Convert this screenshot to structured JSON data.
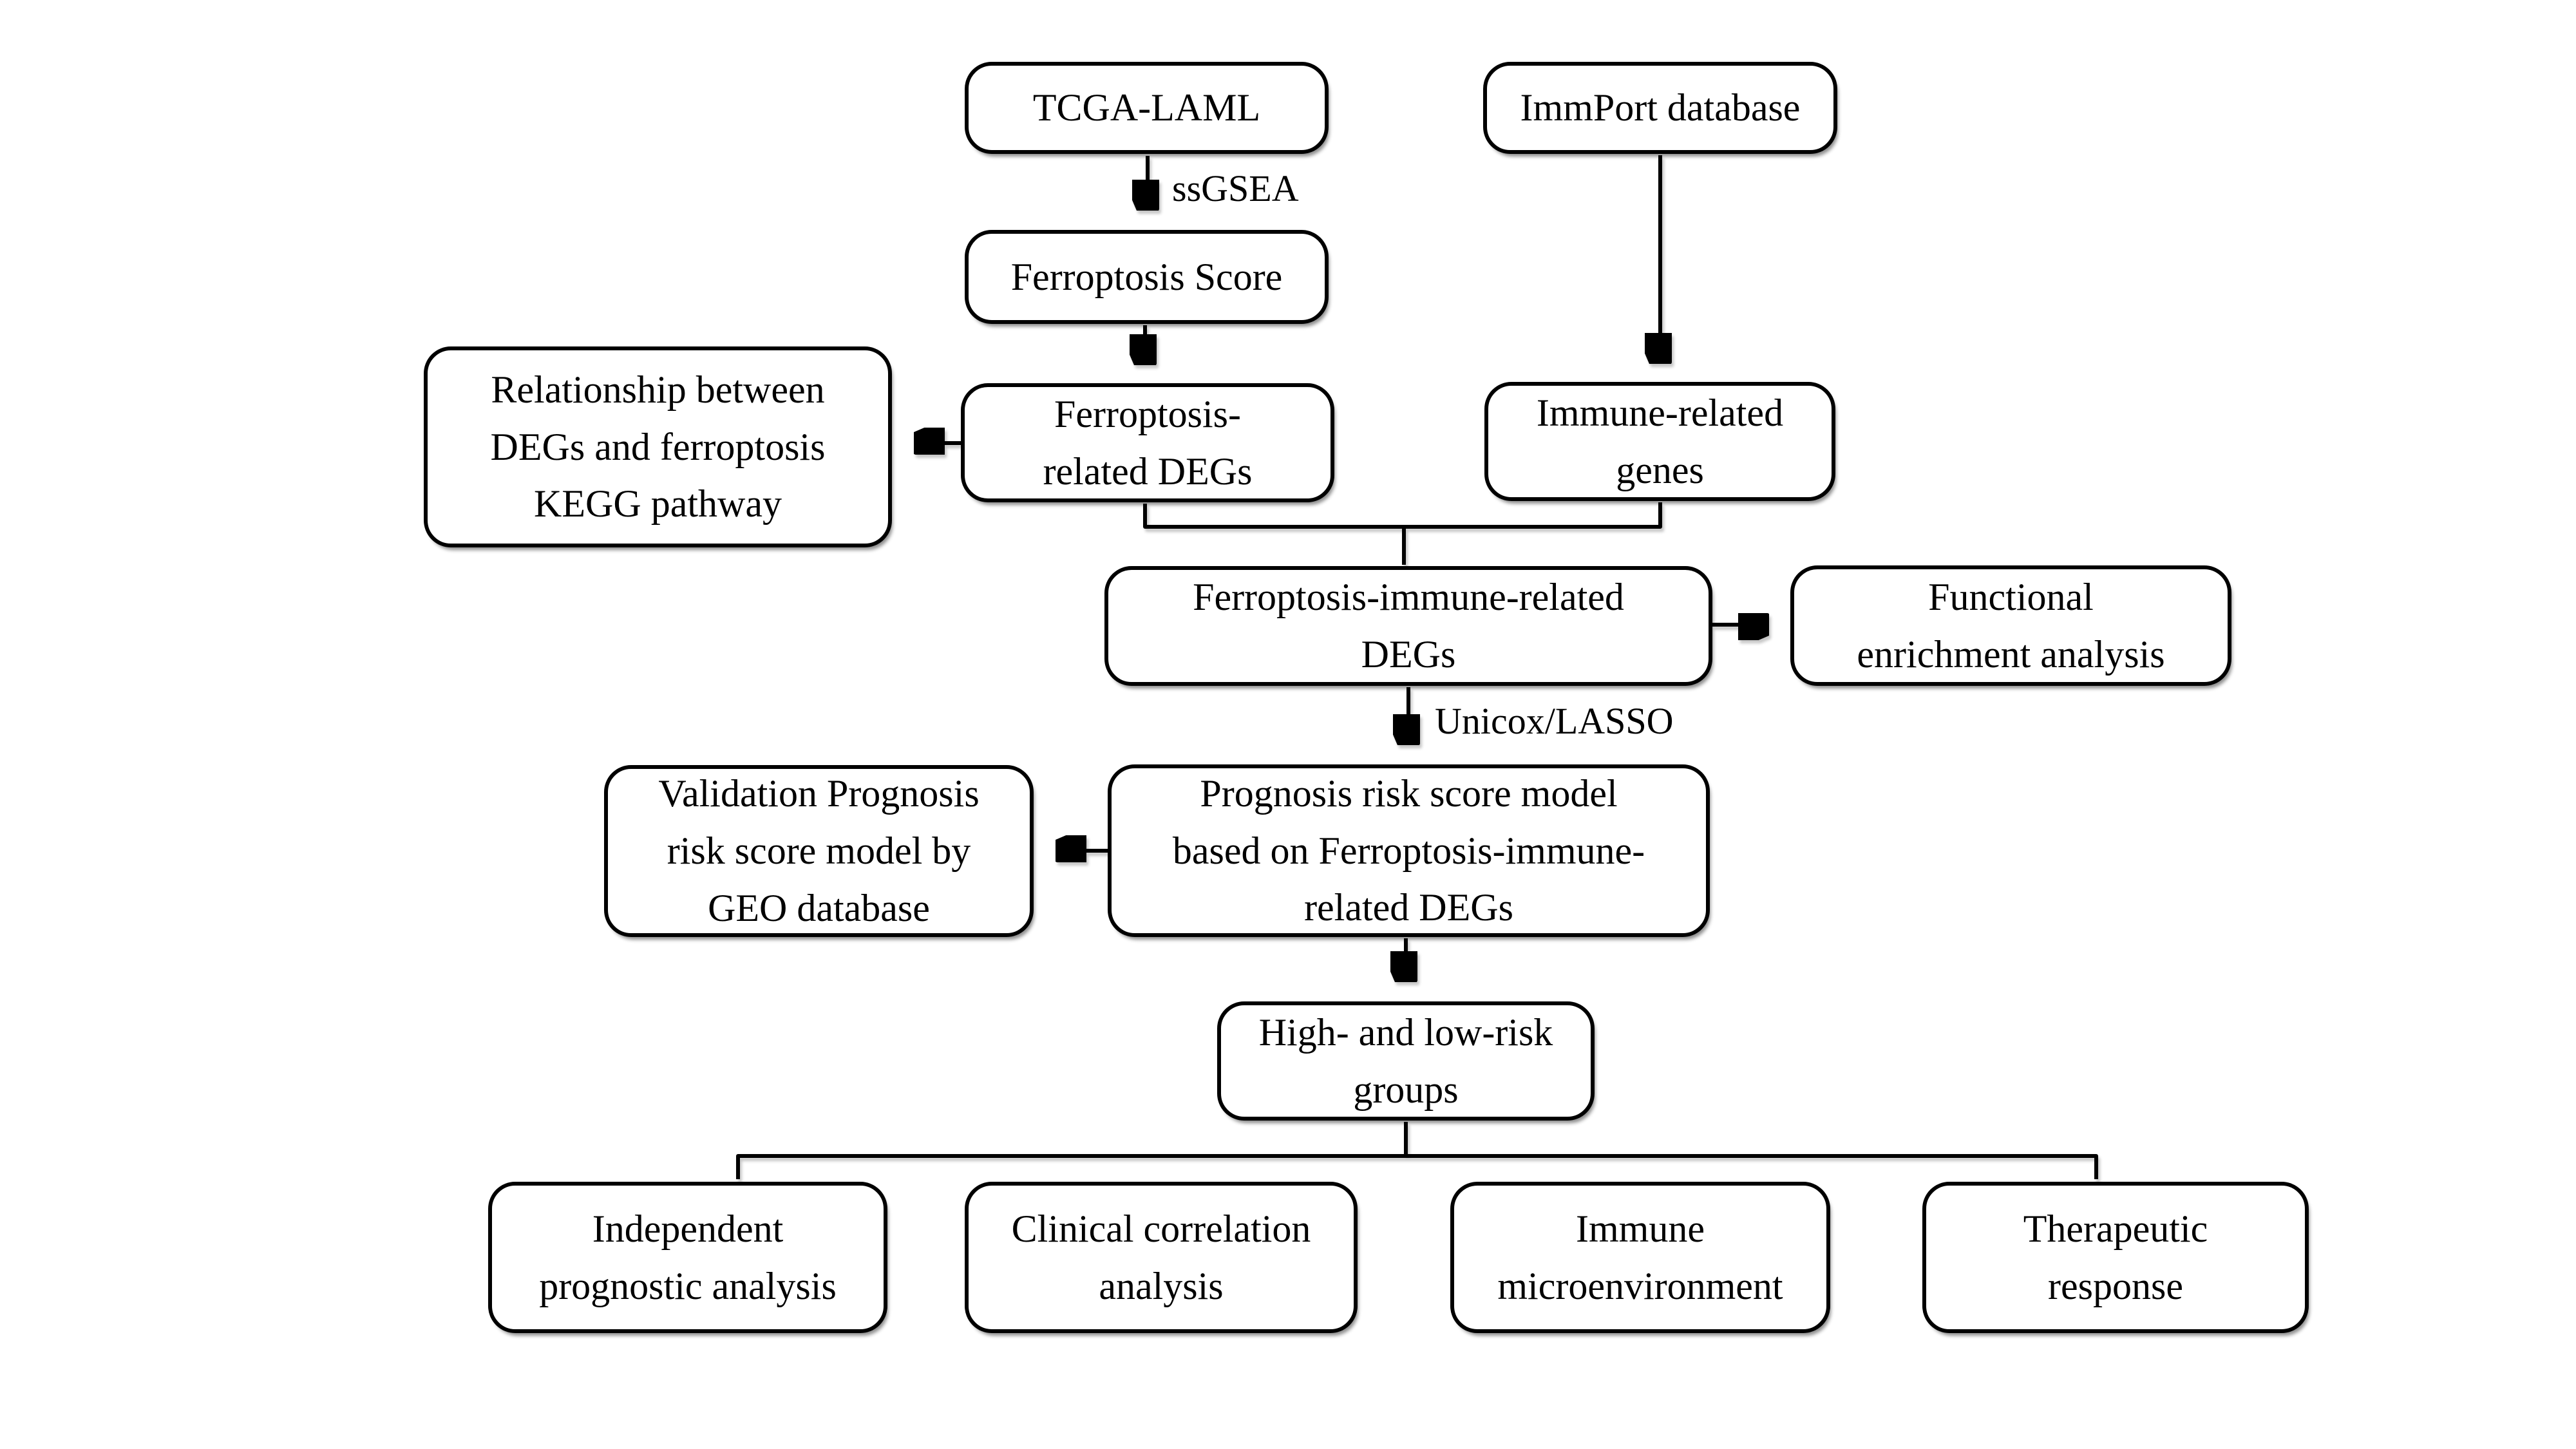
{
  "diagram": {
    "background": "#ffffff",
    "stroke_color": "#000000",
    "nodes": {
      "tcga": {
        "label": "TCGA-LAML"
      },
      "immport": {
        "label": "ImmPort database"
      },
      "ferroptosis_score": {
        "label": "Ferroptosis Score"
      },
      "relationship": {
        "label": "Relationship between\nDEGs and ferroptosis\nKEGG pathway"
      },
      "ferroptosis_degs": {
        "label": "Ferroptosis-\nrelated DEGs"
      },
      "immune_genes": {
        "label": "Immune-related\ngenes"
      },
      "fi_degs": {
        "label": "Ferroptosis-immune-related\nDEGs"
      },
      "functional": {
        "label": "Functional\nenrichment analysis"
      },
      "prognosis": {
        "label": "Prognosis risk score model\nbased on Ferroptosis-immune-\nrelated DEGs"
      },
      "validation": {
        "label": "Validation Prognosis\nrisk score model by\nGEO database"
      },
      "highlow": {
        "label": "High- and low-risk\ngroups"
      },
      "independent": {
        "label": "Independent\nprognostic analysis"
      },
      "clinical": {
        "label": "Clinical correlation\nanalysis"
      },
      "immune_micro": {
        "label": "Immune\nmicroenvironment"
      },
      "therapeutic": {
        "label": "Therapeutic\nresponse"
      }
    },
    "edge_labels": {
      "ssgsea": "ssGSEA",
      "unicox": "Unicox/LASSO"
    }
  }
}
